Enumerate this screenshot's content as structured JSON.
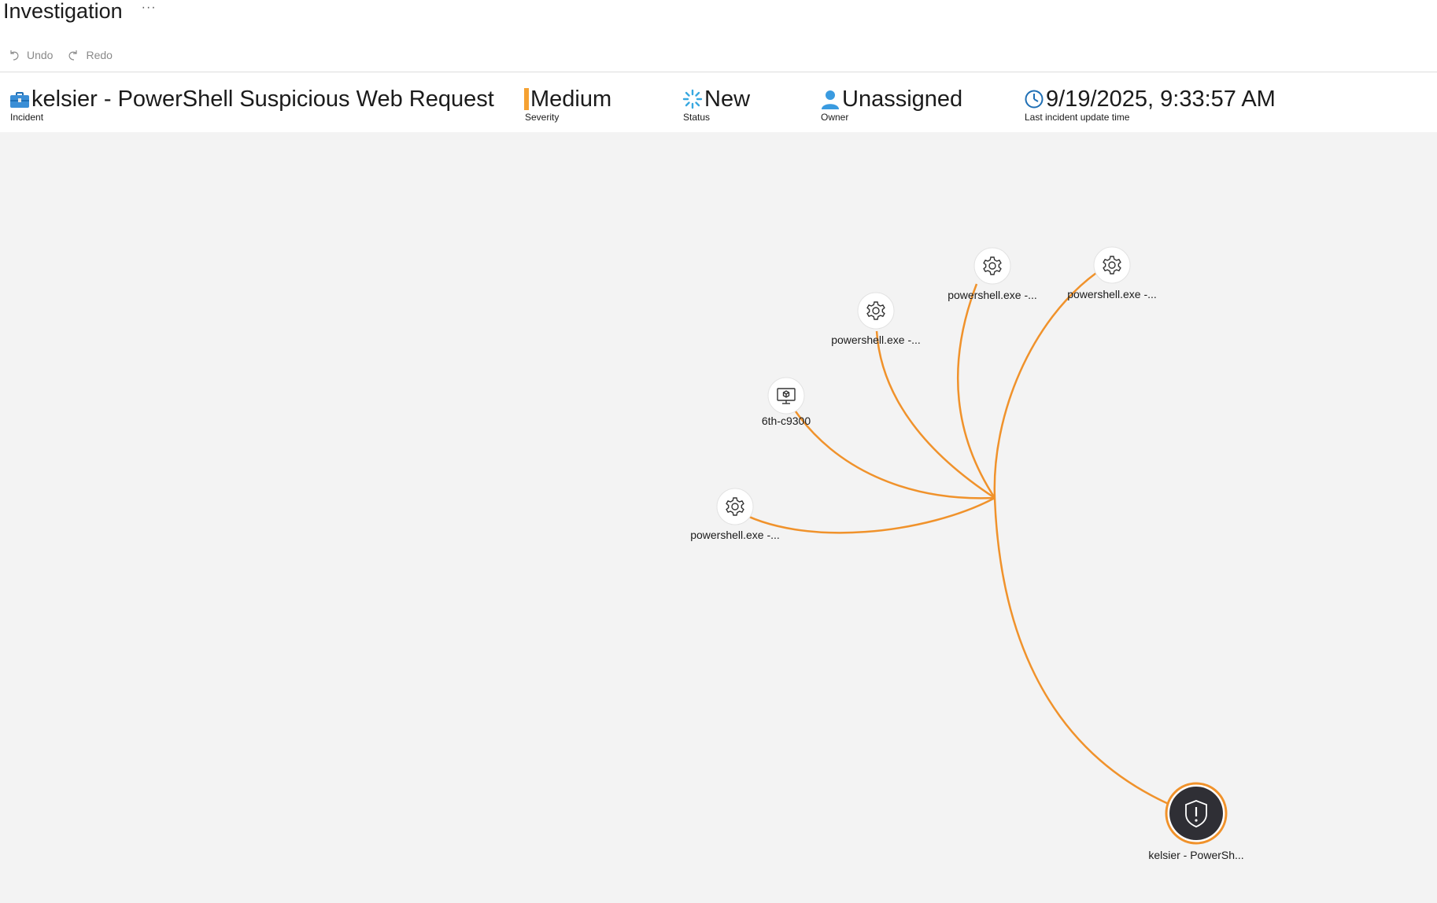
{
  "header": {
    "title": "Investigation",
    "more_label": "···"
  },
  "toolbar": {
    "undo_label": "Undo",
    "redo_label": "Redo"
  },
  "incident": {
    "name": "kelsier - PowerShell Suspicious Web Request",
    "name_caption": "Incident",
    "severity": "Medium",
    "severity_caption": "Severity",
    "severity_color": "#f5a132",
    "status": "New",
    "status_caption": "Status",
    "owner": "Unassigned",
    "owner_caption": "Owner",
    "updated": "9/19/2025, 9:33:57 AM",
    "updated_caption": "Last incident update time"
  },
  "graph": {
    "edge_color": "#f0922b",
    "nodes": [
      {
        "id": "proc1",
        "icon": "gear-icon",
        "label": "powershell.exe -..."
      },
      {
        "id": "proc2",
        "icon": "gear-icon",
        "label": "powershell.exe -..."
      },
      {
        "id": "proc3",
        "icon": "gear-icon",
        "label": "powershell.exe -..."
      },
      {
        "id": "host",
        "icon": "computer-icon",
        "label": "6th-c9300"
      },
      {
        "id": "proc4",
        "icon": "gear-icon",
        "label": "powershell.exe -..."
      },
      {
        "id": "alert",
        "icon": "shield-alert-icon",
        "label": "kelsier - PowerSh..."
      }
    ]
  }
}
